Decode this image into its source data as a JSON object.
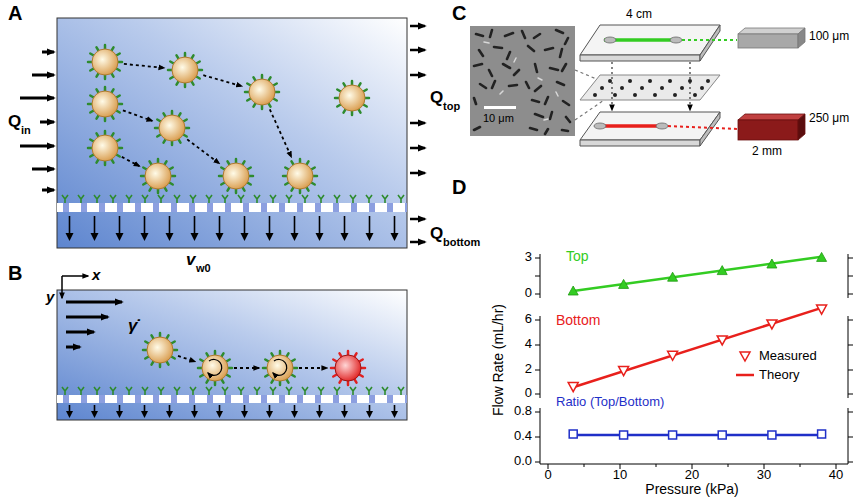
{
  "diagram": {
    "labels": [
      "A",
      "Q",
      "in",
      "Q",
      "top",
      "Q",
      "bottom",
      "v",
      "w0",
      "B",
      "x",
      "y",
      "γ̇",
      "C",
      "10 μm",
      "4 cm",
      "100 μm",
      "250 μm",
      "2 mm",
      "D",
      "Top",
      "Bottom",
      "Ratio (Top/Bottom)",
      "Flow Rate (mL/hr)",
      "3",
      "0",
      "6",
      "4",
      "2",
      "0",
      "0.8",
      "0.4",
      "0.0",
      "0",
      "10",
      "20",
      "30",
      "40",
      "Pressure (kPa)"
    ],
    "legend": [
      {
        "text": "Measured"
      },
      {
        "text": "Theory"
      }
    ]
  }
}
